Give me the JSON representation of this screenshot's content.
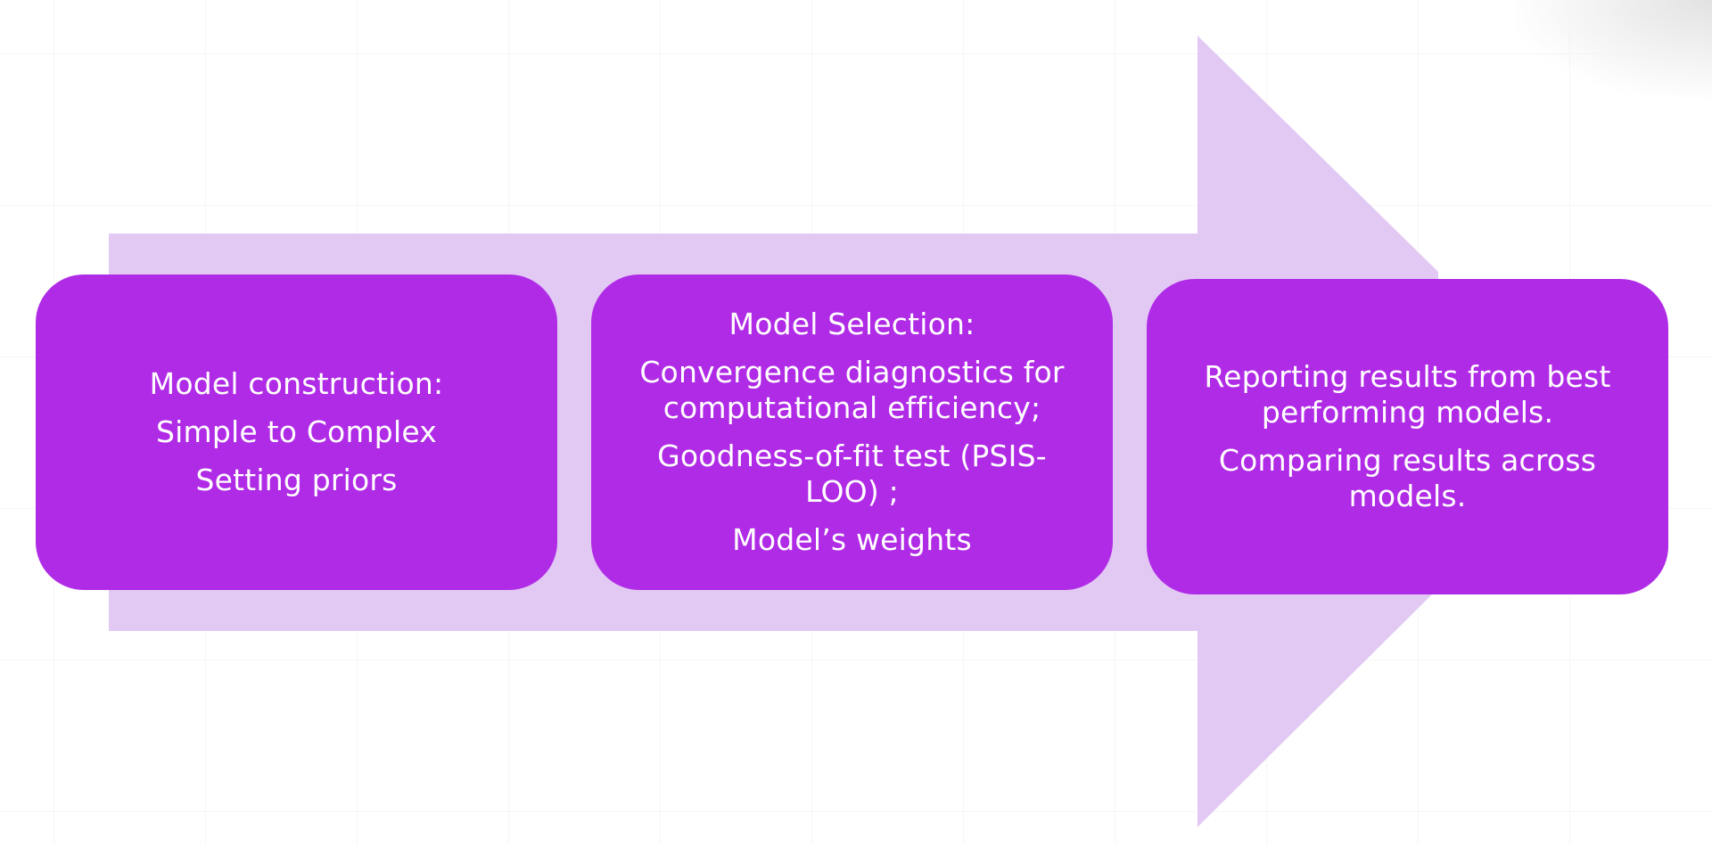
{
  "colors": {
    "box_fill": "#b02be6",
    "arrow_fill": "#e2c9f4",
    "text": "#ffffff",
    "background": "#ffffff"
  },
  "steps": [
    {
      "lines": [
        "Model construction:",
        "Simple to Complex",
        "Setting priors"
      ]
    },
    {
      "lines": [
        "Model Selection:",
        "Convergence diagnostics for",
        "computational efficiency;",
        "Goodness-of-fit test (PSIS-",
        "LOO) ;",
        "Model’s weights"
      ]
    },
    {
      "lines": [
        "Reporting results from best",
        "performing models.",
        "Comparing results across",
        "models."
      ]
    }
  ]
}
